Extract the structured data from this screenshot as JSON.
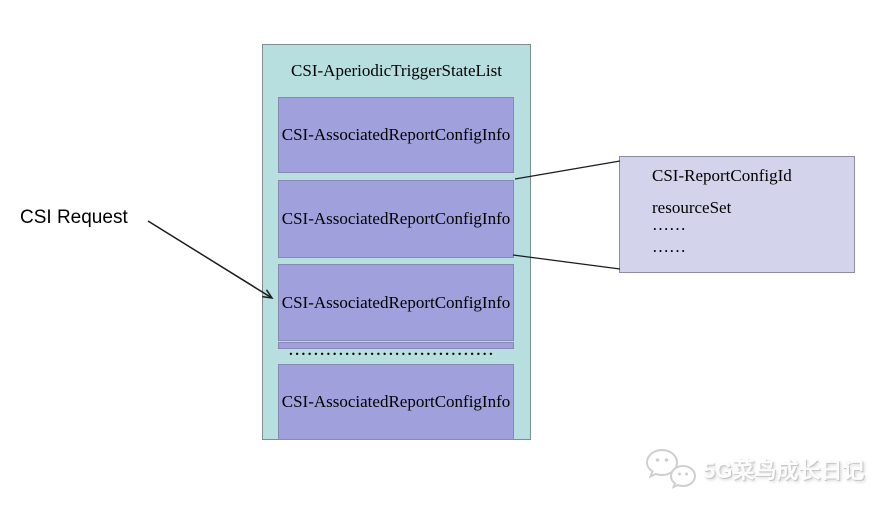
{
  "diagram": {
    "request_label": "CSI Request",
    "list": {
      "title": "CSI-AperiodicTriggerStateList",
      "entries": [
        {
          "label": "CSI-AssociatedReportConfigInfo"
        },
        {
          "label": "CSI-AssociatedReportConfigInfo"
        },
        {
          "label": "CSI-AssociatedReportConfigInfo"
        },
        {
          "label": "CSI-AssociatedReportConfigInfo"
        }
      ],
      "ellipsis_row": "................................."
    },
    "detail": {
      "lines": [
        "CSI-ReportConfigId",
        "resourceSet",
        "……",
        "……"
      ]
    },
    "colors": {
      "outer_fill": "#b7dfe0",
      "entry_fill": "#a0a0dc",
      "detail_fill": "#d3d3ec",
      "connector": "#1c1c1c"
    }
  },
  "watermark": {
    "icon": "wechat-bubbles-icon",
    "text": "5G菜鸟成长日记"
  }
}
